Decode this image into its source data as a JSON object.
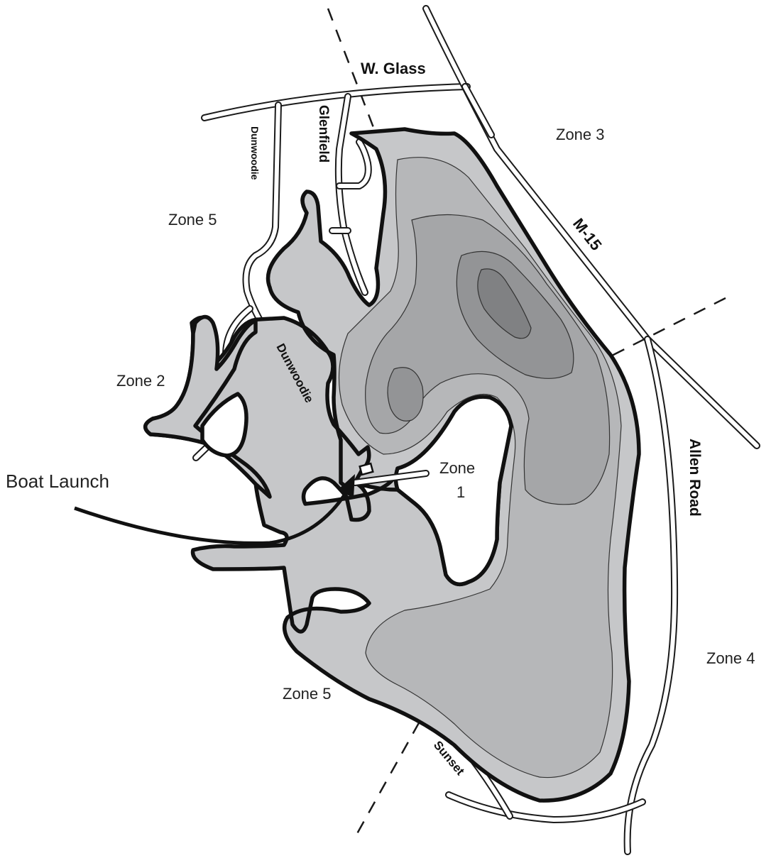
{
  "map": {
    "colors": {
      "lake_shallow": "#c6c7c9",
      "depth_2": "#b6b7b9",
      "depth_3": "#a5a6a8",
      "depth_4": "#939496",
      "depth_5": "#808183",
      "shoreline": "#111111",
      "road": "#ffffff",
      "land": "#ffffff"
    },
    "roads": {
      "w_glass": "W. Glass",
      "glenfield": "Glenfield",
      "dunwoodie_north": "Dunwoodie",
      "dunwoodie_south": "Dunwoodie",
      "m15": "M-15",
      "allen_road": "Allen Road",
      "sunset": "Sunset"
    },
    "zones": {
      "zone3": "Zone 3",
      "zone5_north": "Zone 5",
      "zone2": "Zone 2",
      "zone1_line1": "Zone",
      "zone1_line2": "1",
      "zone5_south": "Zone 5",
      "zone4": "Zone 4"
    },
    "boat_launch": "Boat Launch"
  }
}
